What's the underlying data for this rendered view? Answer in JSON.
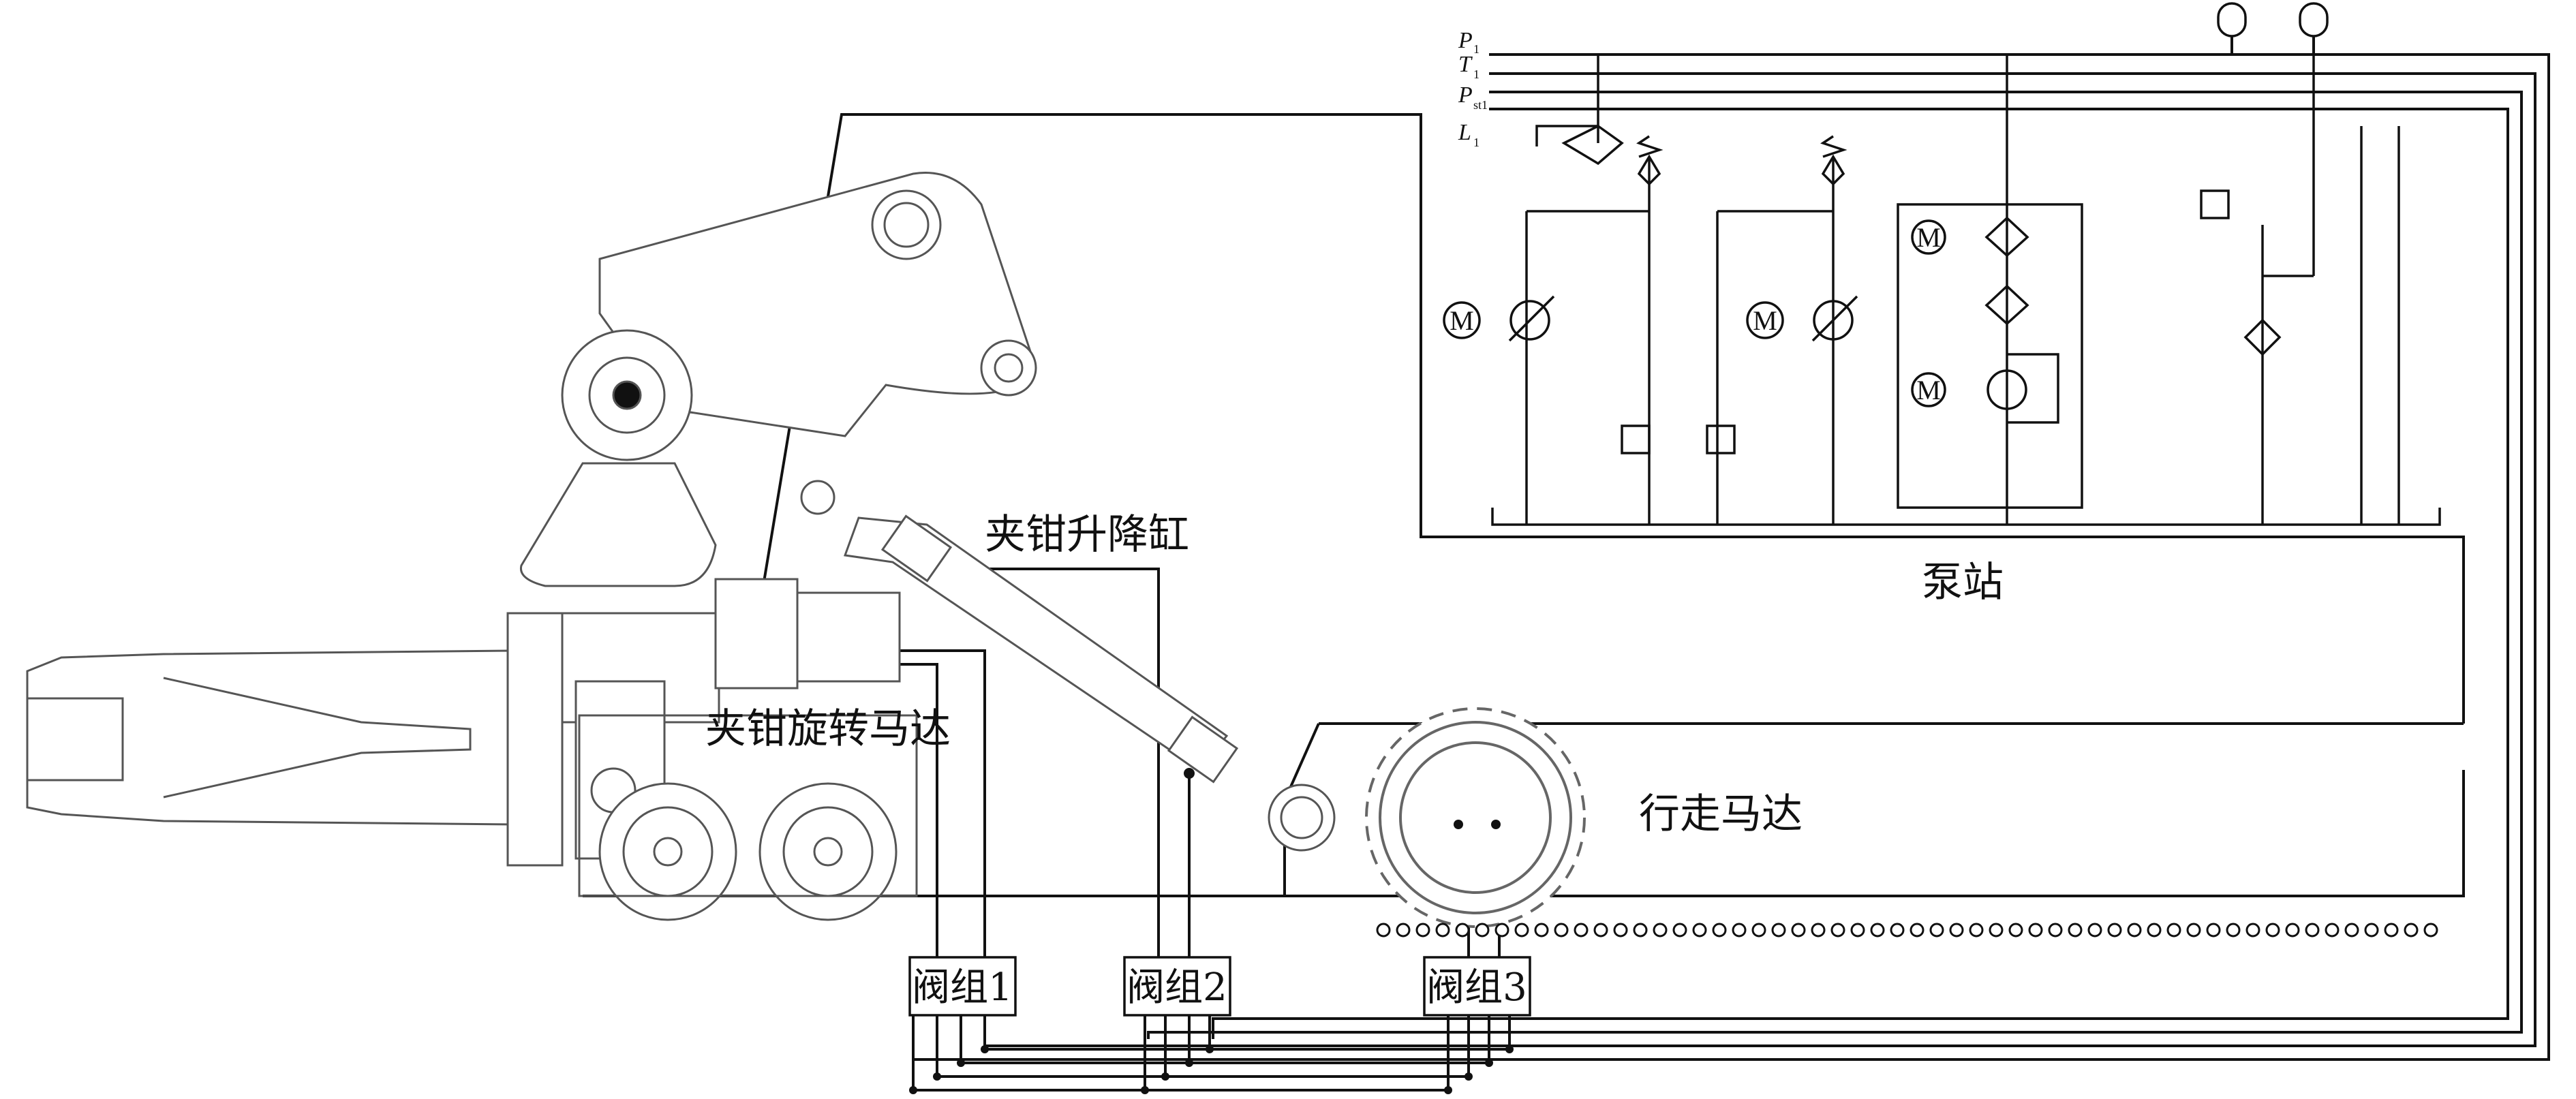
{
  "labels": {
    "clamp_lift_cylinder": "夹钳升降缸",
    "clamp_rotary_motor": "夹钳旋转马达",
    "travel_motor": "行走马达",
    "pump_station": "泵站"
  },
  "valve_groups": [
    "阀组1",
    "阀组2",
    "阀组3"
  ],
  "ports": [
    {
      "main": "P",
      "sub": "1"
    },
    {
      "main": "T",
      "sub": "1"
    },
    {
      "main": "P",
      "sub": "st1"
    },
    {
      "main": "L",
      "sub": "1"
    }
  ],
  "pump_station": {
    "motor_symbol": "M"
  },
  "colors": {
    "line": "#111111",
    "machine": "#666666",
    "machine_light": "#999999"
  }
}
